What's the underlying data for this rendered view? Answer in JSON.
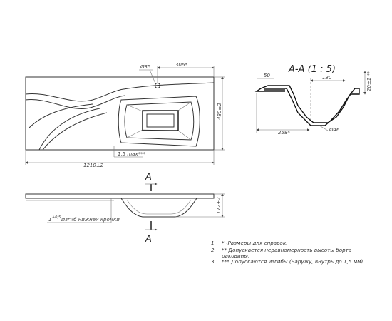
{
  "top_view": {
    "hole_label": "Ø35",
    "hole_offset_label": "306*",
    "width_label": "1210±2",
    "depth_label": "480±2",
    "edge_tolerance_label": "1,5 max***"
  },
  "section": {
    "title": "A-A (1 : 5)",
    "rim_label": "50",
    "bowl_offset_label": "130",
    "height_label": "20±1 **",
    "bowl_width_label": "258*",
    "drain_label": "Ø46",
    "marker_top": "A",
    "marker_bottom": "A"
  },
  "front_view": {
    "height_label": "172±2",
    "bend_value": "1",
    "bend_sup": "+0,5",
    "bend_text": "Изгиб нижней кромки"
  },
  "notes": [
    {
      "num": "1.",
      "lines": [
        "* -Размеры для справок."
      ]
    },
    {
      "num": "2.",
      "lines": [
        "** Допускается неравномерность высоты борта",
        "раковины."
      ]
    },
    {
      "num": "3.",
      "lines": [
        "*** Допускаются изгибы (наружу, внутрь до 1,5 мм)."
      ]
    }
  ]
}
